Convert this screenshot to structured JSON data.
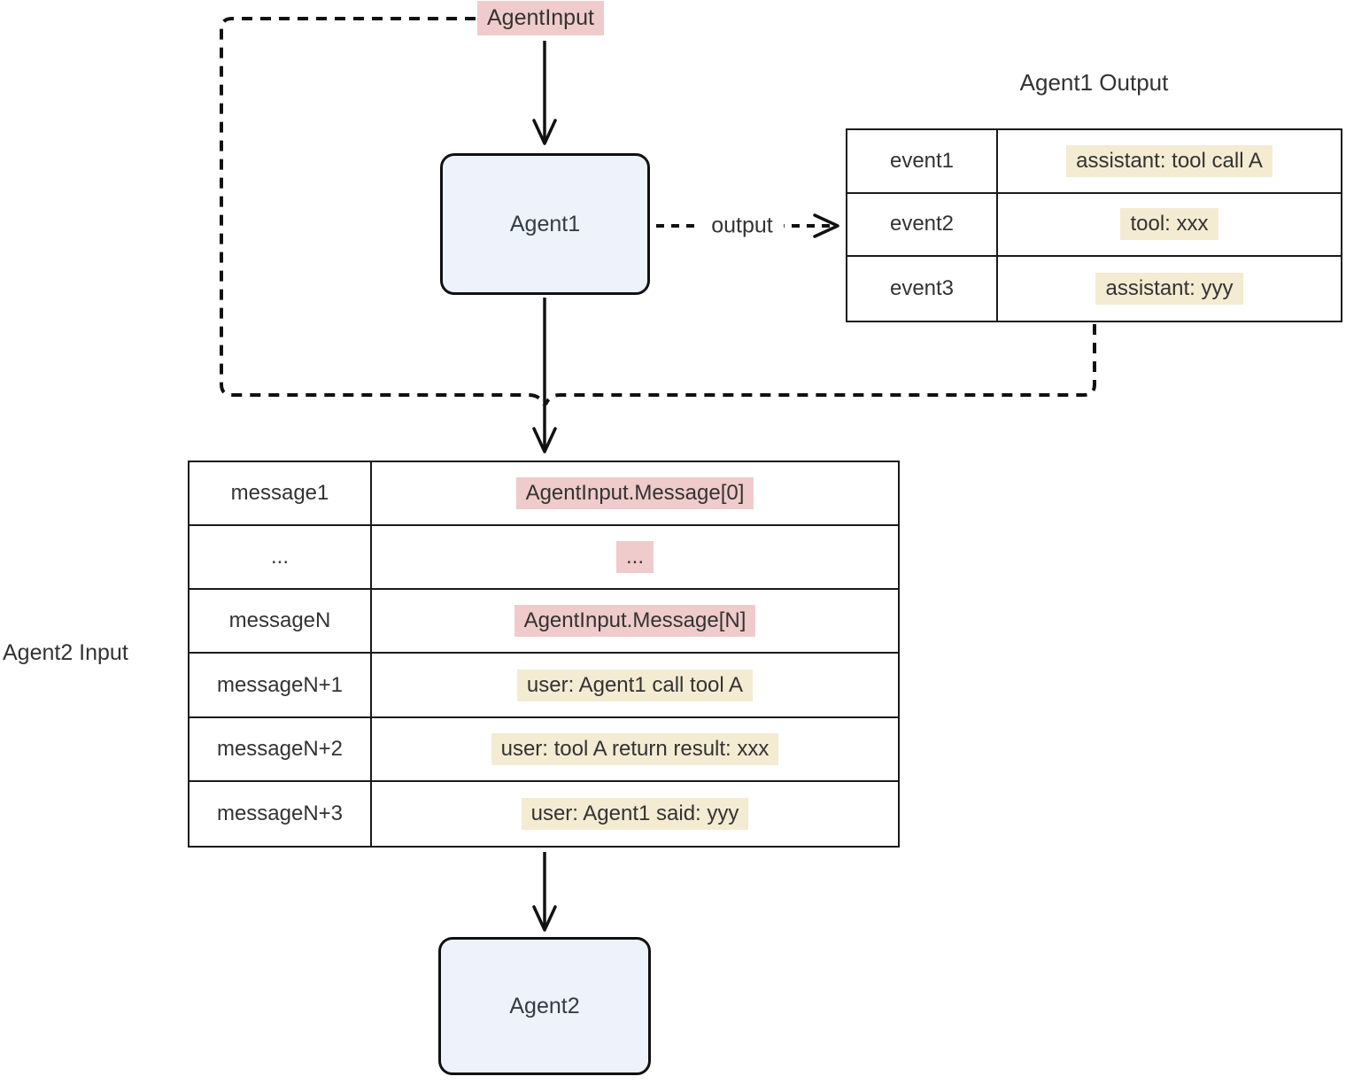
{
  "diagram": {
    "agent_input_label": "AgentInput",
    "agent1_label": "Agent1",
    "agent2_label": "Agent2",
    "output_edge_label": "output",
    "agent1_output_table": {
      "title": "Agent1 Output",
      "rows": [
        {
          "key": "event1",
          "value": "assistant: tool call A",
          "highlight": "cream"
        },
        {
          "key": "event2",
          "value": "tool: xxx",
          "highlight": "cream"
        },
        {
          "key": "event3",
          "value": "assistant: yyy",
          "highlight": "cream"
        }
      ]
    },
    "agent2_input_table": {
      "title": "Agent2 Input",
      "rows": [
        {
          "key": "message1",
          "value": "AgentInput.Message[0]",
          "highlight": "pink"
        },
        {
          "key": "...",
          "value": "...",
          "highlight": "pink"
        },
        {
          "key": "messageN",
          "value": "AgentInput.Message[N]",
          "highlight": "pink"
        },
        {
          "key": "messageN+1",
          "value": "user: Agent1 call tool A",
          "highlight": "cream"
        },
        {
          "key": "messageN+2",
          "value": "user: tool A return result: xxx",
          "highlight": "cream"
        },
        {
          "key": "messageN+3",
          "value": "user: Agent1 said: yyy",
          "highlight": "cream"
        }
      ]
    },
    "colors": {
      "pink_highlight": "#f0cbcb",
      "cream_highlight": "#f3ecd2",
      "node_fill": "#eef2fb",
      "node_border": "#111111",
      "line_color": "#111111",
      "text_color": "#333333"
    }
  }
}
